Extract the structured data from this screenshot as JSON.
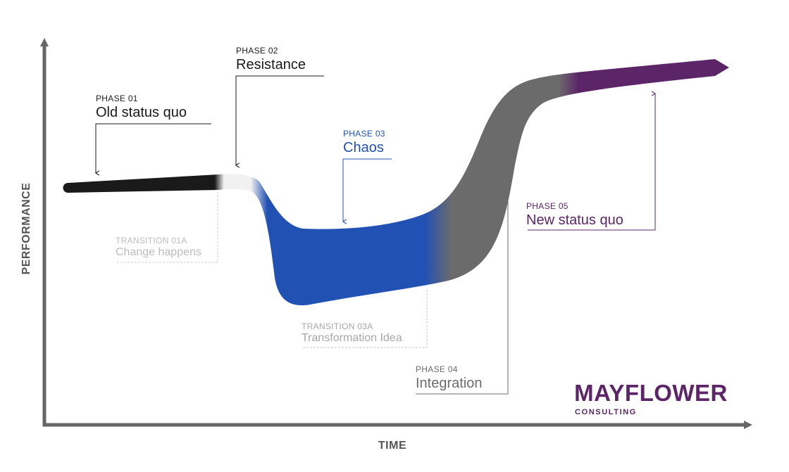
{
  "axes": {
    "y_label": "PERFORMANCE",
    "x_label": "TIME"
  },
  "phases": [
    {
      "id": "phase-01",
      "kicker": "PHASE 01",
      "title": "Old status quo",
      "color": "#1a1a1a"
    },
    {
      "id": "phase-02",
      "kicker": "PHASE 02",
      "title": "Resistance",
      "color": "#1a1a1a"
    },
    {
      "id": "phase-03",
      "kicker": "PHASE 03",
      "title": "Chaos",
      "color": "#2251b4"
    },
    {
      "id": "phase-04",
      "kicker": "PHASE 04",
      "title": "Integration",
      "color": "#6b6b6b"
    },
    {
      "id": "phase-05",
      "kicker": "PHASE 05",
      "title": "New status quo",
      "color": "#5c2568"
    }
  ],
  "transitions": [
    {
      "id": "transition-01a",
      "kicker": "TRANSITION 01A",
      "title": "Change happens",
      "color": "#bcbcbc"
    },
    {
      "id": "transition-03a",
      "kicker": "TRANSITION 03A",
      "title": "Transformation Idea",
      "color": "#a6a6a6"
    }
  ],
  "logo": {
    "name": "MAYFLOWER",
    "subtitle": "CONSULTING",
    "color": "#5c2568",
    "icon": "gear-icon"
  },
  "colors": {
    "black_band": "#1a1a1a",
    "white_band": "#f2f2f2",
    "blue_band": "#2251b4",
    "gray_band": "#6b6b6b",
    "purple_band": "#5c2568",
    "axis": "#666666"
  }
}
